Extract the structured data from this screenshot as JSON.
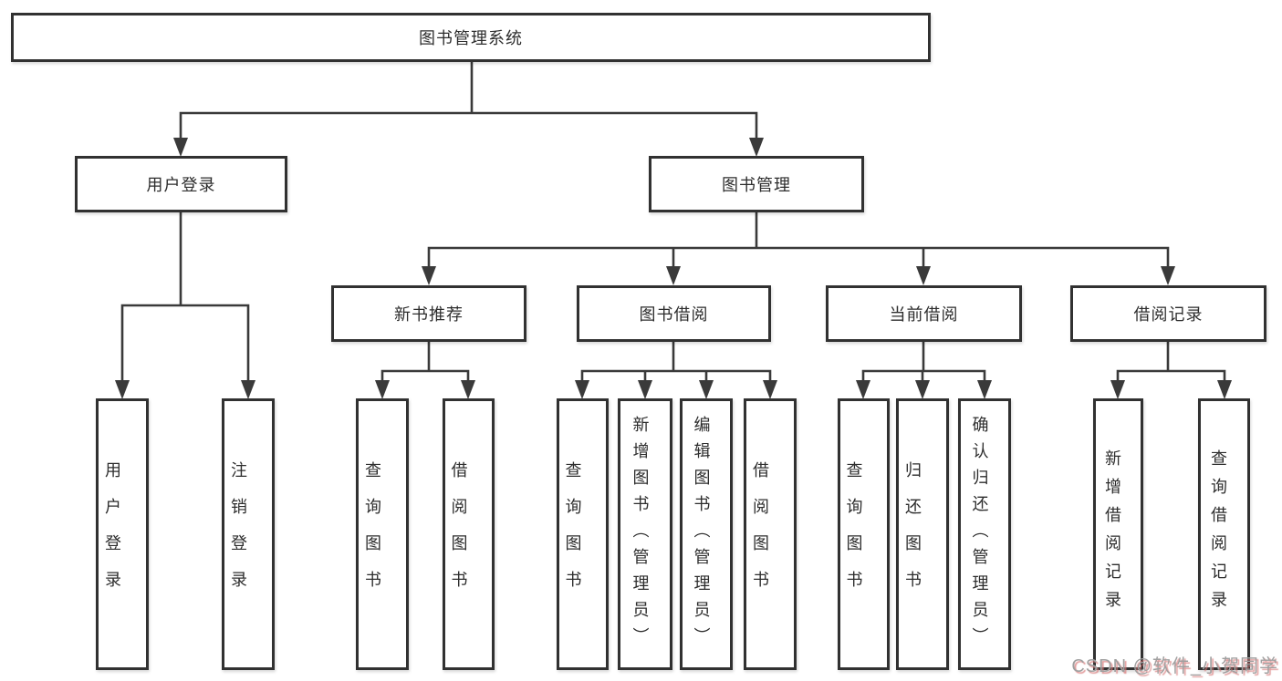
{
  "tree": {
    "label": "图书管理系统",
    "children": [
      {
        "label": "用户登录",
        "children": [
          {
            "label": "用户登录"
          },
          {
            "label": "注销登录"
          }
        ]
      },
      {
        "label": "图书管理",
        "children": [
          {
            "label": "新书推荐",
            "children": [
              {
                "label": "查询图书"
              },
              {
                "label": "借阅图书"
              }
            ]
          },
          {
            "label": "图书借阅",
            "children": [
              {
                "label": "查询图书"
              },
              {
                "label": "新增图书（管理员）"
              },
              {
                "label": "编辑图书（管理员）"
              },
              {
                "label": "借阅图书"
              }
            ]
          },
          {
            "label": "当前借阅",
            "children": [
              {
                "label": "查询图书"
              },
              {
                "label": "归还图书"
              },
              {
                "label": "确认归还（管理员）"
              }
            ]
          },
          {
            "label": "借阅记录",
            "children": [
              {
                "label": "新增借阅记录"
              },
              {
                "label": "查询借阅记录"
              }
            ]
          }
        ]
      }
    ]
  },
  "watermark": {
    "text": "CSDN @软件_小贺同学"
  },
  "colors": {
    "line": "#3a3a3a",
    "box_border": "#313131",
    "text": "#2d2d2d",
    "watermark_gray": "#a0a0a0",
    "watermark_pink": "#d87a7a"
  }
}
